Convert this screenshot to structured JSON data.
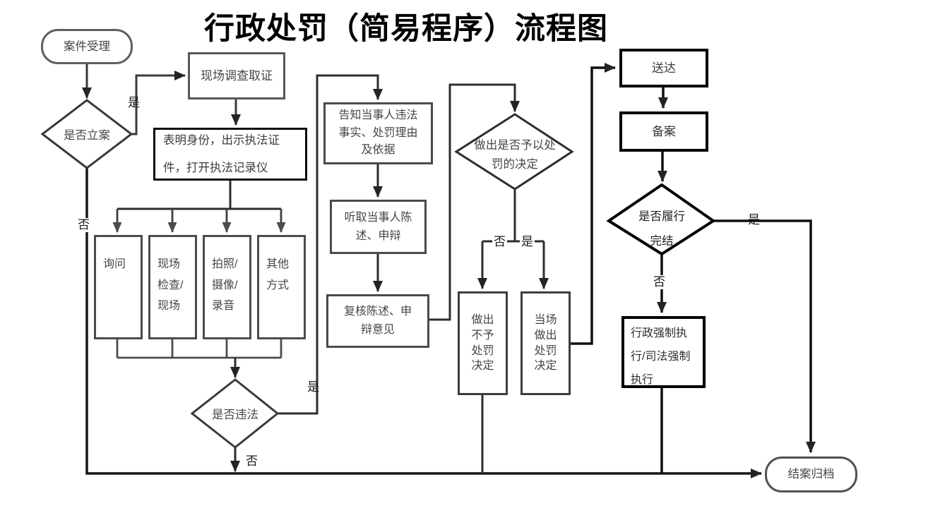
{
  "title": "行政处罚（简易程序）流程图",
  "nodes": {
    "case_accept": {
      "label": "案件受理"
    },
    "is_file_case": {
      "label": "是否立案"
    },
    "investigate": {
      "label": "现场调查取证"
    },
    "show_identity": {
      "label": "表明身份，出示执法证\n件，打开执法记录仪"
    },
    "inquiry": {
      "label": "询问"
    },
    "site_inspect": {
      "label": "现场\n检查/\n现场"
    },
    "photo_video": {
      "label": "拍照/\n摄像/\n录音"
    },
    "other_means": {
      "label": "其他\n方式"
    },
    "is_illegal": {
      "label": "是否违法"
    },
    "inform_party": {
      "label": "告知当事人违法\n事实、处罚理由\n及依据"
    },
    "listen_party": {
      "label": "听取当事人陈\n述、申辩"
    },
    "review_opinions": {
      "label": "复核陈述、申\n辩意见"
    },
    "decide_penalty": {
      "label": "做出是否予以处\n罚的决定"
    },
    "no_penalty_decision": {
      "label": "做出\n不予\n处罚\n决定"
    },
    "onsite_penalty_decision": {
      "label": "当场\n做出\n处罚\n决定"
    },
    "deliver": {
      "label": "送达"
    },
    "record_filing": {
      "label": "备案"
    },
    "is_fulfilled": {
      "label": "是否履行\n完结"
    },
    "enforcement": {
      "label": "行政强制执\n行/司法强制\n执行"
    },
    "close_case": {
      "label": "结案归档"
    }
  },
  "edge_labels": {
    "file_yes": "是",
    "file_no": "否",
    "illegal_yes": "是",
    "illegal_no": "否",
    "penalty_no": "否",
    "penalty_yes": "是",
    "fulfill_yes": "是",
    "fulfill_no": "否"
  },
  "colors": {
    "line": "#2d2d2d",
    "node_border": "#4a4a4a",
    "text": "#454545",
    "background": "#ffffff"
  }
}
